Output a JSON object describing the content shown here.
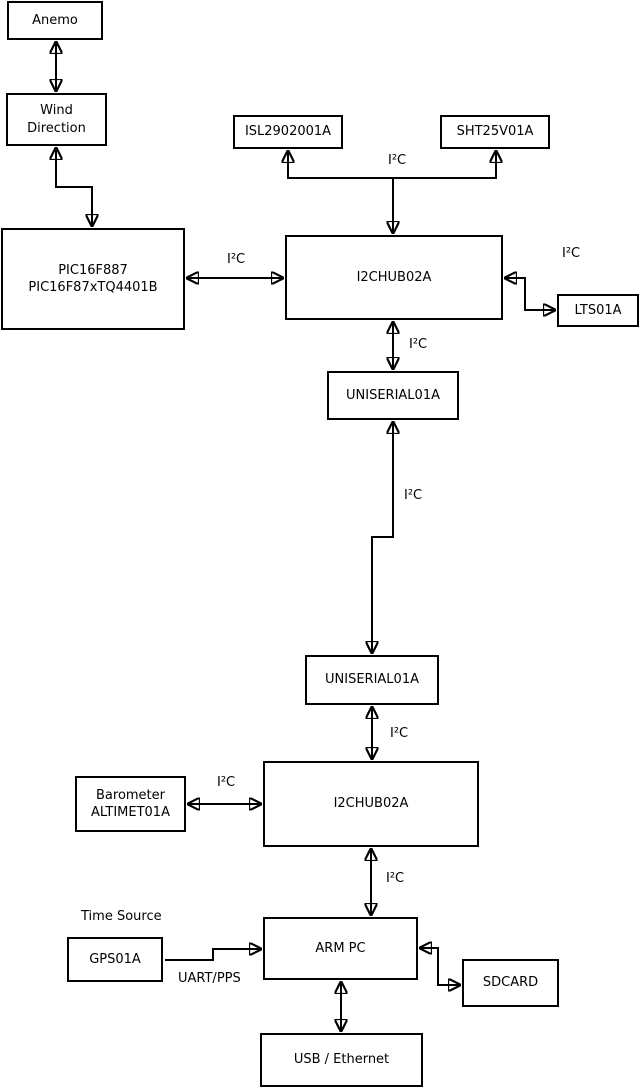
{
  "nodes": {
    "anemo": {
      "label": "Anemo"
    },
    "wind_direction": {
      "label": "Wind\nDirection"
    },
    "pic_mcu": {
      "label": "PIC16F887\nPIC16F87xTQ4401B"
    },
    "isl_sensor": {
      "label": "ISL2902001A"
    },
    "sht_sensor": {
      "label": "SHT25V01A"
    },
    "i2c_hub_1": {
      "label": "I2CHUB02A"
    },
    "lts_sensor": {
      "label": "LTS01A"
    },
    "uniserial_1": {
      "label": "UNISERIAL01A"
    },
    "uniserial_2": {
      "label": "UNISERIAL01A"
    },
    "barometer": {
      "label": "Barometer\nALTIMET01A"
    },
    "i2c_hub_2": {
      "label": "I2CHUB02A"
    },
    "gps": {
      "label": "GPS01A"
    },
    "arm_pc": {
      "label": "ARM PC"
    },
    "sdcard": {
      "label": "SDCARD"
    },
    "usb_ethernet": {
      "label": "USB / Ethernet"
    }
  },
  "labels": {
    "i2c_sensors_top": "I²C",
    "i2c_pic_hub1": "I²C",
    "i2c_hub1_lts": "I²C",
    "i2c_hub1_uniserial1": "I²C",
    "i2c_uniserial_link": "I²C",
    "i2c_uniserial2_hub2": "I²C",
    "i2c_barometer_hub2": "I²C",
    "i2c_hub2_armpc": "I²C",
    "time_source": "Time Source",
    "uart_pps": "UART/PPS"
  },
  "colors": {
    "line": "#000000",
    "box_border": "#000000",
    "box_fill": "#ffffff",
    "background": "#ffffff"
  }
}
